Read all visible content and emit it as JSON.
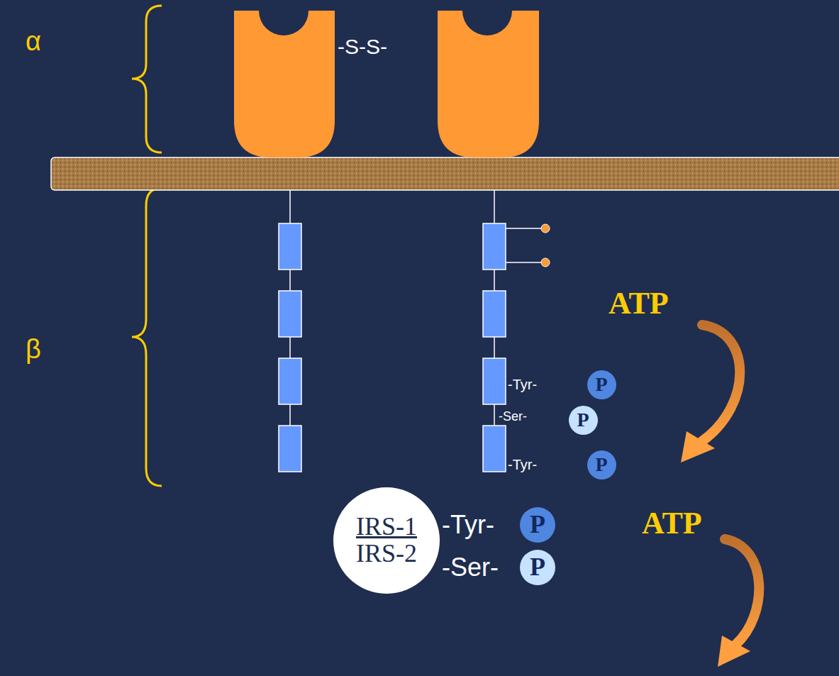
{
  "diagram": {
    "nodes": [
      {
        "text": [
          "P"
        ]
      },
      {
        "text": [
          "P"
        ]
      },
      {
        "text": [
          "P"
        ]
      },
      {
        "text": [
          "IRS-1",
          "IRS-2"
        ]
      },
      {
        "text": [
          "P"
        ]
      },
      {
        "text": [
          "P"
        ]
      }
    ],
    "labels": [
      "α",
      "β",
      "-S-S-",
      "ATP",
      "-Tyr-",
      "-Ser-",
      "-Tyr-",
      "ATP",
      "-Tyr-",
      "-Ser-"
    ]
  }
}
